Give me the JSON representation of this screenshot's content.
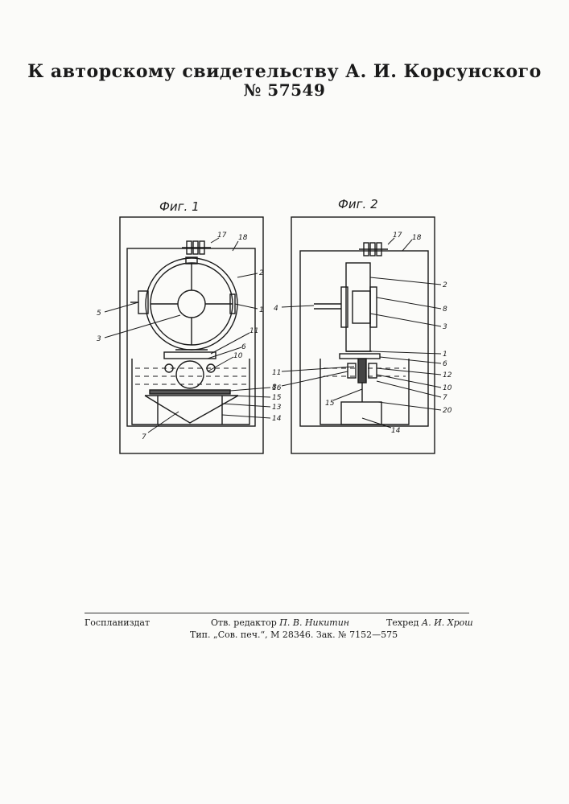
{
  "header": {
    "line1": "К авторскому свидетельству А. И. Корсунского",
    "line2": "№ 57549"
  },
  "figures": {
    "fig1": {
      "caption": "Фиг. 1",
      "labels": [
        "17",
        "18",
        "2",
        "5",
        "1",
        "3",
        "11",
        "6",
        "10",
        "16",
        "15",
        "13",
        "14",
        "7"
      ]
    },
    "fig2": {
      "caption": "Фиг. 2",
      "labels": [
        "17",
        "18",
        "2",
        "4",
        "8",
        "3",
        "1",
        "6",
        "11",
        "12",
        "8",
        "10",
        "7",
        "15",
        "20",
        "14"
      ]
    }
  },
  "footer": {
    "publisher": "Госпланиздат",
    "editor_prefix": "Отв. редактор",
    "editor_name": "П. В. Никитин",
    "techred_prefix": "Техред",
    "techred_name": "А. И. Хрош",
    "print_info": "Тип. „Сов. печ.“, М 28346. Зак. № 7152—575"
  }
}
